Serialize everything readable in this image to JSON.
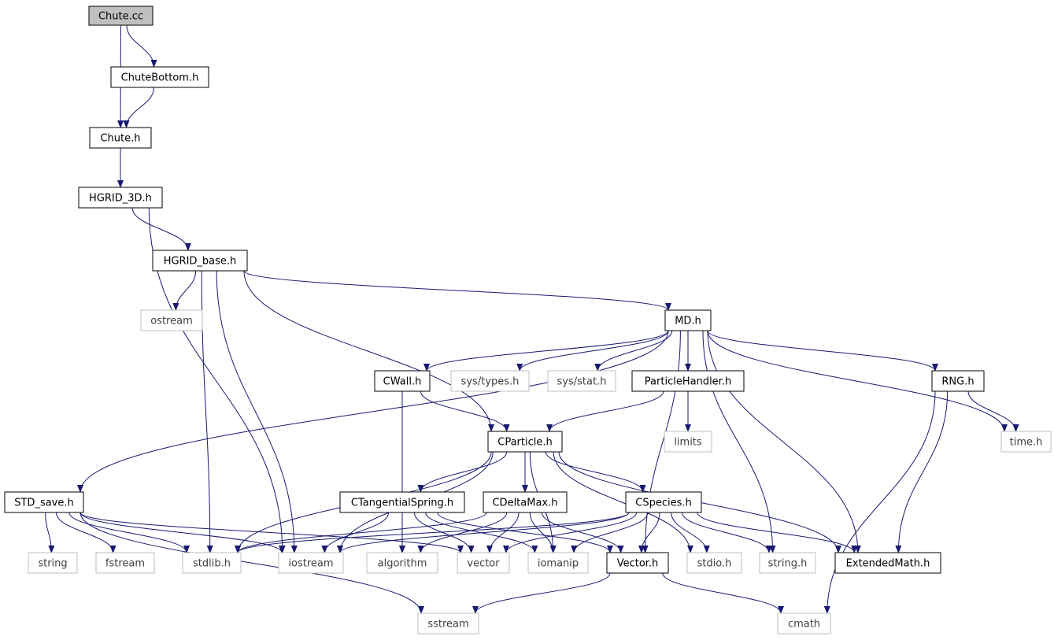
{
  "colors": {
    "edge": "#191970",
    "node_fill": "#ffffff",
    "node_stroke": "#000000",
    "root_fill": "#bfbfbf",
    "root_stroke": "#000000",
    "system_stroke": "#bfbfbf",
    "system_text": "#404040"
  },
  "nodes": [
    {
      "id": "chute_cc",
      "label": "Chute.cc",
      "kind": "root"
    },
    {
      "id": "chutebottom_h",
      "label": "ChuteBottom.h",
      "kind": "file"
    },
    {
      "id": "chute_h",
      "label": "Chute.h",
      "kind": "file"
    },
    {
      "id": "hgrid3d_h",
      "label": "HGRID_3D.h",
      "kind": "file"
    },
    {
      "id": "hgridbase_h",
      "label": "HGRID_base.h",
      "kind": "file"
    },
    {
      "id": "ostream",
      "label": "ostream",
      "kind": "system"
    },
    {
      "id": "md_h",
      "label": "MD.h",
      "kind": "file"
    },
    {
      "id": "cwall_h",
      "label": "CWall.h",
      "kind": "file"
    },
    {
      "id": "systypes_h",
      "label": "sys/types.h",
      "kind": "system"
    },
    {
      "id": "sysstat_h",
      "label": "sys/stat.h",
      "kind": "system"
    },
    {
      "id": "particlehandler_h",
      "label": "ParticleHandler.h",
      "kind": "file"
    },
    {
      "id": "rng_h",
      "label": "RNG.h",
      "kind": "file"
    },
    {
      "id": "limits",
      "label": "limits",
      "kind": "system"
    },
    {
      "id": "time_h",
      "label": "time.h",
      "kind": "system"
    },
    {
      "id": "cparticle_h",
      "label": "CParticle.h",
      "kind": "file"
    },
    {
      "id": "stdsave_h",
      "label": "STD_save.h",
      "kind": "file"
    },
    {
      "id": "ctangentialspring_h",
      "label": "CTangentialSpring.h",
      "kind": "file"
    },
    {
      "id": "cdeltamax_h",
      "label": "CDeltaMax.h",
      "kind": "file"
    },
    {
      "id": "cspecies_h",
      "label": "CSpecies.h",
      "kind": "file"
    },
    {
      "id": "string",
      "label": "string",
      "kind": "system"
    },
    {
      "id": "fstream",
      "label": "fstream",
      "kind": "system"
    },
    {
      "id": "stdlib_h",
      "label": "stdlib.h",
      "kind": "system"
    },
    {
      "id": "iostream",
      "label": "iostream",
      "kind": "system"
    },
    {
      "id": "algorithm",
      "label": "algorithm",
      "kind": "system"
    },
    {
      "id": "vector",
      "label": "vector",
      "kind": "system"
    },
    {
      "id": "iomanip",
      "label": "iomanip",
      "kind": "system"
    },
    {
      "id": "vector_h",
      "label": "Vector.h",
      "kind": "file"
    },
    {
      "id": "stdio_h",
      "label": "stdio.h",
      "kind": "system"
    },
    {
      "id": "string_h",
      "label": "string.h",
      "kind": "system"
    },
    {
      "id": "extendedmath_h",
      "label": "ExtendedMath.h",
      "kind": "file"
    },
    {
      "id": "sstream",
      "label": "sstream",
      "kind": "system"
    },
    {
      "id": "cmath",
      "label": "cmath",
      "kind": "system"
    }
  ],
  "edges": [
    [
      "chute_cc",
      "chutebottom_h"
    ],
    [
      "chute_cc",
      "chute_h"
    ],
    [
      "chutebottom_h",
      "chute_h"
    ],
    [
      "chute_h",
      "hgrid3d_h"
    ],
    [
      "hgrid3d_h",
      "hgridbase_h"
    ],
    [
      "hgrid3d_h",
      "iostream"
    ],
    [
      "hgridbase_h",
      "ostream"
    ],
    [
      "hgridbase_h",
      "md_h"
    ],
    [
      "hgridbase_h",
      "cparticle_h"
    ],
    [
      "hgridbase_h",
      "stdlib_h"
    ],
    [
      "hgridbase_h",
      "iostream"
    ],
    [
      "md_h",
      "cwall_h"
    ],
    [
      "md_h",
      "systypes_h"
    ],
    [
      "md_h",
      "sysstat_h"
    ],
    [
      "md_h",
      "particlehandler_h"
    ],
    [
      "md_h",
      "rng_h"
    ],
    [
      "md_h",
      "time_h"
    ],
    [
      "md_h",
      "stdsave_h"
    ],
    [
      "md_h",
      "vector_h"
    ],
    [
      "md_h",
      "string_h"
    ],
    [
      "md_h",
      "extendedmath_h"
    ],
    [
      "cwall_h",
      "cparticle_h"
    ],
    [
      "cwall_h",
      "algorithm"
    ],
    [
      "particlehandler_h",
      "cparticle_h"
    ],
    [
      "particlehandler_h",
      "limits"
    ],
    [
      "rng_h",
      "time_h"
    ],
    [
      "rng_h",
      "extendedmath_h"
    ],
    [
      "rng_h",
      "cmath"
    ],
    [
      "cparticle_h",
      "ctangentialspring_h"
    ],
    [
      "cparticle_h",
      "cdeltamax_h"
    ],
    [
      "cparticle_h",
      "cspecies_h"
    ],
    [
      "cparticle_h",
      "stdlib_h"
    ],
    [
      "cparticle_h",
      "iostream"
    ],
    [
      "cparticle_h",
      "iomanip"
    ],
    [
      "cparticle_h",
      "stdio_h"
    ],
    [
      "cparticle_h",
      "extendedmath_h"
    ],
    [
      "stdsave_h",
      "string"
    ],
    [
      "stdsave_h",
      "fstream"
    ],
    [
      "stdsave_h",
      "stdlib_h"
    ],
    [
      "stdsave_h",
      "iostream"
    ],
    [
      "stdsave_h",
      "vector"
    ],
    [
      "stdsave_h",
      "sstream"
    ],
    [
      "ctangentialspring_h",
      "iostream"
    ],
    [
      "ctangentialspring_h",
      "algorithm"
    ],
    [
      "ctangentialspring_h",
      "vector"
    ],
    [
      "ctangentialspring_h",
      "iomanip"
    ],
    [
      "ctangentialspring_h",
      "vector_h"
    ],
    [
      "cdeltamax_h",
      "stdlib_h"
    ],
    [
      "cdeltamax_h",
      "algorithm"
    ],
    [
      "cdeltamax_h",
      "vector"
    ],
    [
      "cdeltamax_h",
      "iomanip"
    ],
    [
      "cdeltamax_h",
      "vector_h"
    ],
    [
      "cspecies_h",
      "stdlib_h"
    ],
    [
      "cspecies_h",
      "iostream"
    ],
    [
      "cspecies_h",
      "vector"
    ],
    [
      "cspecies_h",
      "iomanip"
    ],
    [
      "cspecies_h",
      "vector_h"
    ],
    [
      "cspecies_h",
      "stdio_h"
    ],
    [
      "cspecies_h",
      "string_h"
    ],
    [
      "cspecies_h",
      "extendedmath_h"
    ],
    [
      "vector_h",
      "sstream"
    ],
    [
      "vector_h",
      "cmath"
    ]
  ]
}
